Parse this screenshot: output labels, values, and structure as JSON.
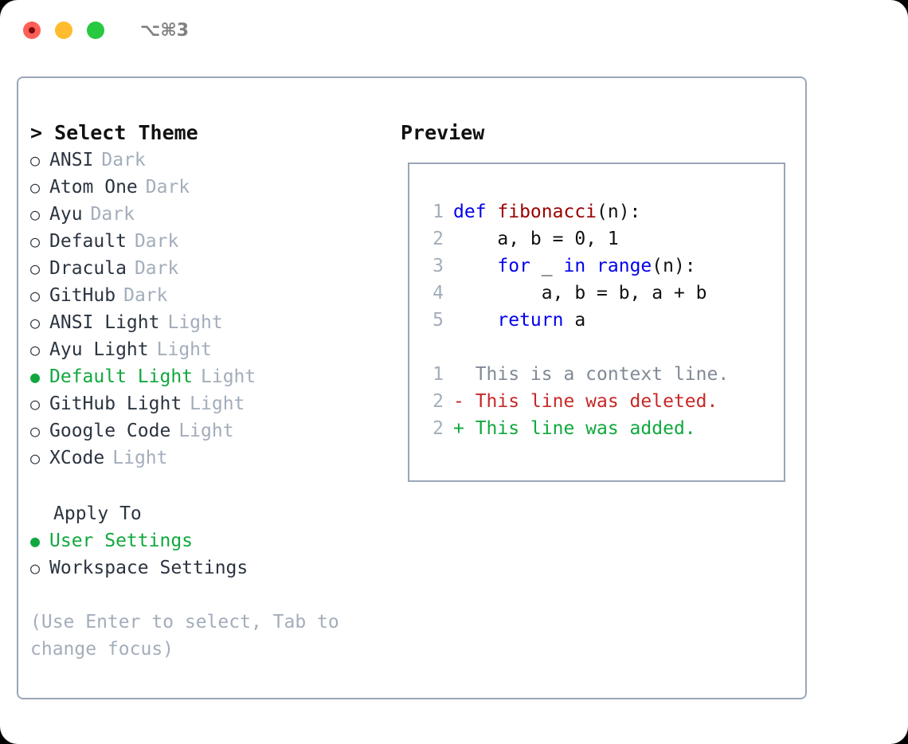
{
  "window": {
    "shortcut": "⌥⌘3",
    "traffic_lights": [
      {
        "name": "close",
        "color": "#ff5f57"
      },
      {
        "name": "minimize",
        "color": "#febc2e"
      },
      {
        "name": "maximize",
        "color": "#28c840"
      }
    ]
  },
  "theme_picker": {
    "heading": "> Select Theme",
    "marker_selected": "●",
    "marker_unselected": "○",
    "accent_color": "#10a83e",
    "items": [
      {
        "name": "ANSI",
        "tag": "Dark",
        "selected": false
      },
      {
        "name": "Atom One",
        "tag": "Dark",
        "selected": false
      },
      {
        "name": "Ayu",
        "tag": "Dark",
        "selected": false
      },
      {
        "name": "Default",
        "tag": "Dark",
        "selected": false
      },
      {
        "name": "Dracula",
        "tag": "Dark",
        "selected": false
      },
      {
        "name": "GitHub",
        "tag": "Dark",
        "selected": false
      },
      {
        "name": "ANSI Light",
        "tag": "Light",
        "selected": false
      },
      {
        "name": "Ayu Light",
        "tag": "Light",
        "selected": false
      },
      {
        "name": "Default Light",
        "tag": "Light",
        "selected": true
      },
      {
        "name": "GitHub Light",
        "tag": "Light",
        "selected": false
      },
      {
        "name": "Google Code",
        "tag": "Light",
        "selected": false
      },
      {
        "name": "XCode",
        "tag": "Light",
        "selected": false
      }
    ]
  },
  "apply_to": {
    "heading": "Apply To",
    "items": [
      {
        "name": "User Settings",
        "selected": true
      },
      {
        "name": "Workspace Settings",
        "selected": false
      }
    ]
  },
  "help": {
    "text": "(Use Enter to select, Tab to change focus)"
  },
  "preview": {
    "title": "Preview",
    "code_lines": [
      {
        "num": "1",
        "tokens": [
          {
            "t": "def ",
            "c": "kw"
          },
          {
            "t": "fibonacci",
            "c": "fn"
          },
          {
            "t": "(n):",
            "c": "plain"
          }
        ]
      },
      {
        "num": "2",
        "tokens": [
          {
            "t": "    a, b = 0, 1",
            "c": "plain"
          }
        ]
      },
      {
        "num": "3",
        "tokens": [
          {
            "t": "    ",
            "c": "plain"
          },
          {
            "t": "for",
            "c": "kw"
          },
          {
            "t": " _ ",
            "c": "plain"
          },
          {
            "t": "in range",
            "c": "kw"
          },
          {
            "t": "(n):",
            "c": "plain"
          }
        ]
      },
      {
        "num": "4",
        "tokens": [
          {
            "t": "        a, b = b, a + b",
            "c": "plain"
          }
        ]
      },
      {
        "num": "5",
        "tokens": [
          {
            "t": "    ",
            "c": "plain"
          },
          {
            "t": "return",
            "c": "kw"
          },
          {
            "t": " a",
            "c": "plain"
          }
        ]
      },
      {
        "num": "",
        "tokens": []
      },
      {
        "num": "1",
        "tokens": [
          {
            "t": "  This is a context line.",
            "c": "ctx"
          }
        ]
      },
      {
        "num": "2",
        "tokens": [
          {
            "t": "- This line was deleted.",
            "c": "del"
          }
        ]
      },
      {
        "num": "2",
        "tokens": [
          {
            "t": "+ This line was added.",
            "c": "add"
          }
        ]
      }
    ]
  }
}
